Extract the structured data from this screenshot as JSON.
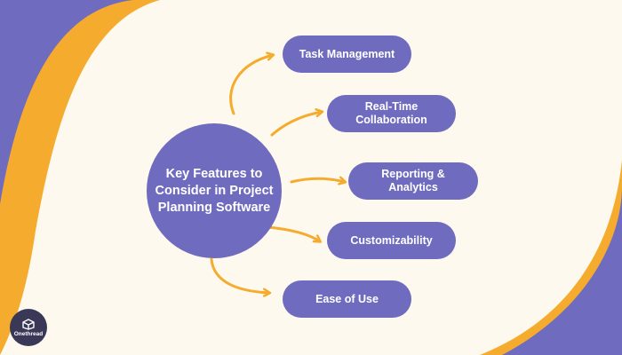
{
  "center": {
    "title": "Key Features to Consider in Project Planning Software"
  },
  "features": [
    {
      "label": "Task Management"
    },
    {
      "label": "Real-Time Collaboration"
    },
    {
      "label": "Reporting & Analytics"
    },
    {
      "label": "Customizability"
    },
    {
      "label": "Ease of Use"
    }
  ],
  "logo": {
    "text": "Onethread",
    "icon": "box-logo-icon"
  },
  "colors": {
    "accent": "#f5ac2e",
    "primary": "#6f6bbf",
    "background": "#fdf9ee",
    "logo_bg": "#3a3857"
  }
}
